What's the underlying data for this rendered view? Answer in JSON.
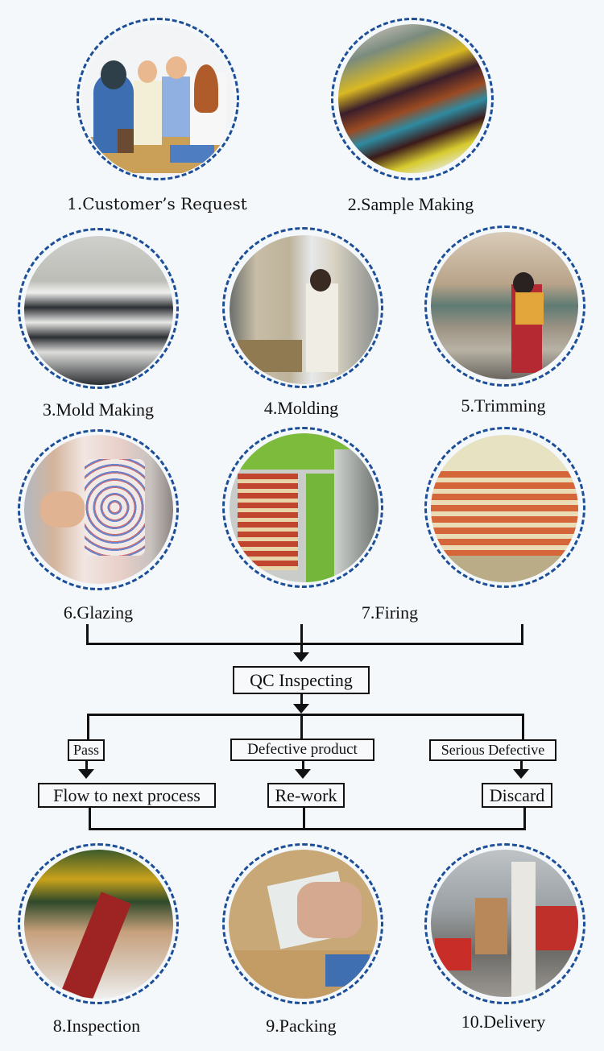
{
  "steps": [
    {
      "label": "1.Customer’s Request",
      "image": "team-meeting-illustration"
    },
    {
      "label": "2.Sample Making",
      "image": "glaze-color-samples"
    },
    {
      "label": "3.Mold Making",
      "image": "plaster-mold"
    },
    {
      "label": "4.Molding",
      "image": "worker-molding-clay"
    },
    {
      "label": "5.Trimming",
      "image": "worker-trimming-pots"
    },
    {
      "label": "6.Glazing",
      "image": "hand-painting-glaze"
    },
    {
      "label": "7.Firing",
      "image": "kiln-cart"
    },
    {
      "label": "",
      "image": "fired-pots-on-racks"
    },
    {
      "label": "8.Inspection",
      "image": "inspecting-red-baking-dish"
    },
    {
      "label": "9.Packing",
      "image": "packing-into-carton"
    },
    {
      "label": "10.Delivery",
      "image": "forklift-loading-container"
    }
  ],
  "flow": {
    "qc": "QC  Inspecting",
    "branches": [
      {
        "condition": "Pass",
        "result": "Flow to next process"
      },
      {
        "condition": "Defective product",
        "result": "Re-work"
      },
      {
        "condition": "Serious  Defective",
        "result": "Discard"
      }
    ]
  },
  "colors": {
    "ring": "#1c4f98",
    "background": "#f4f8fb"
  }
}
